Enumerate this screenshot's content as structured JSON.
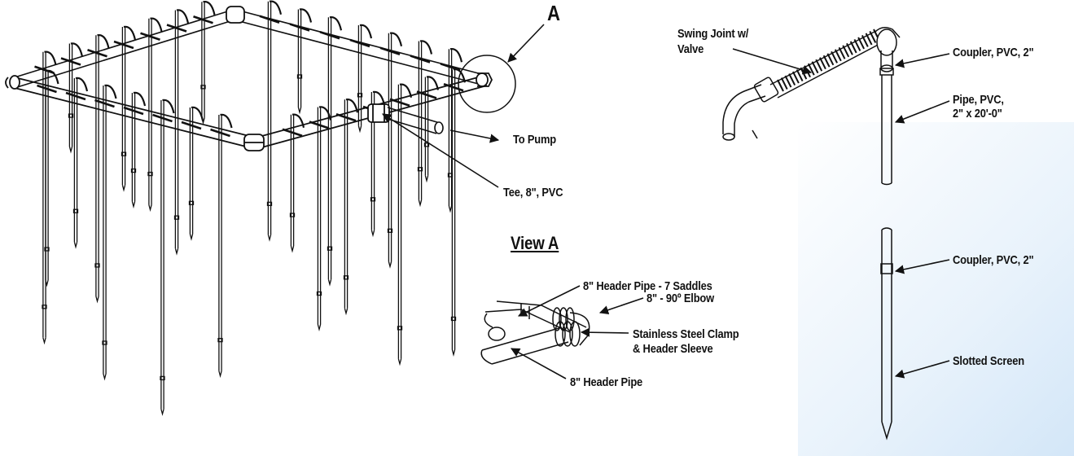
{
  "labels": {
    "callout_a": "A",
    "to_pump": "To Pump",
    "tee": "Tee, 8\", PVC",
    "swing_joint_line1": "Swing Joint w/",
    "swing_joint_line2": "Valve",
    "coupler_top": "Coupler, PVC, 2\"",
    "pipe_line1": "Pipe, PVC,",
    "pipe_line2": "2\" x 20'-0\"",
    "view_a": "View A",
    "header_pipe_saddles": "8\" Header Pipe - 7 Saddles",
    "elbow": "8\" - 90º Elbow",
    "clamp_line1": "Stainless Steel Clamp",
    "clamp_line2": "& Header Sleeve",
    "header_pipe": "8\" Header Pipe",
    "coupler_bottom": "Coupler, PVC, 2\"",
    "slotted_screen": "Slotted Screen"
  },
  "colors": {
    "line": "#111111",
    "background": "#ffffff",
    "glow": "#d6e8f8"
  }
}
